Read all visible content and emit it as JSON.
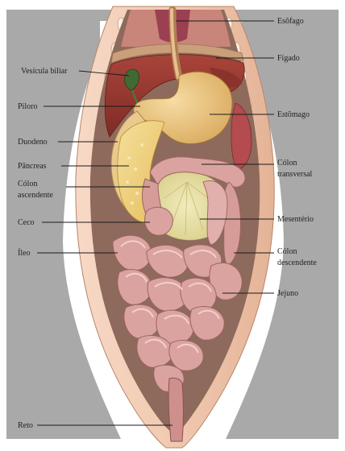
{
  "figure": {
    "labels": {
      "esofago": "Esôfago",
      "figado": "Fígado",
      "vesicula": "Vesícula biliar",
      "piloro": "Piloro",
      "estomago": "Estômago",
      "duodeno": "Duodeno",
      "pancreas": "Pâncreas",
      "colon_transversal_1": "Cólon",
      "colon_transversal_2": "transversal",
      "colon_ascendente_1": "Cólon",
      "colon_ascendente_2": "ascendente",
      "ceco": "Ceco",
      "mesenterio": "Mesentério",
      "ileo": "Íleo",
      "colon_descendente_1": "Cólon",
      "colon_descendente_2": "descendente",
      "jejuno": "Jejuno",
      "reto": "Reto"
    },
    "colors": {
      "background": "#ffffff",
      "silhouette": "#a9a9a9",
      "body_wall": "#f1c9b0",
      "cavity": "#8e6a5c",
      "liver": "#9a3a31",
      "stomach": "#e8c27a",
      "pancreas": "#f0d27e",
      "intestine": "#dba3a0",
      "mesentery": "#e7e1a6",
      "diaphragm": "#c9a07a"
    }
  }
}
